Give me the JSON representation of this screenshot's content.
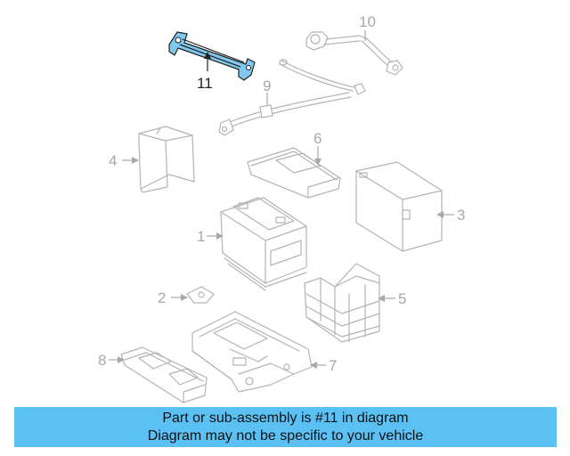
{
  "callouts": {
    "c1": "1",
    "c2": "2",
    "c3": "3",
    "c4": "4",
    "c5": "5",
    "c6": "6",
    "c7": "7",
    "c8": "8",
    "c9": "9",
    "c10": "10",
    "c11": "11"
  },
  "highlighted_part": "11",
  "colors": {
    "highlight": "#7fc8ef",
    "banner": "#5bc0f4",
    "part_lines": "#b4b4b4"
  },
  "banner": {
    "line1": "Part or sub-assembly is #11 in diagram",
    "line2": "Diagram may not be specific to your vehicle"
  }
}
